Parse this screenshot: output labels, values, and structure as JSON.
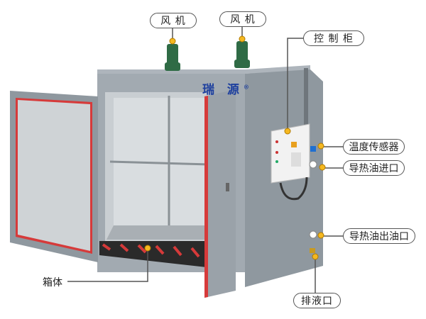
{
  "brand": {
    "name": "瑞 源",
    "mark": "®",
    "color": "#1d3f9e"
  },
  "labels": {
    "fan_left": "风 机",
    "fan_right": "风 机",
    "control_cabinet": "控 制 柜",
    "temperature_sensor": "温度传感器",
    "oil_inlet": "导热油进口",
    "oil_outlet": "导热油出油口",
    "drain": "排液口",
    "box_body": "箱体"
  },
  "colors": {
    "marker": "#f5b820",
    "body": "#9aa3ab",
    "fan": "#2f6b45",
    "door_seal": "#d63a3a"
  }
}
